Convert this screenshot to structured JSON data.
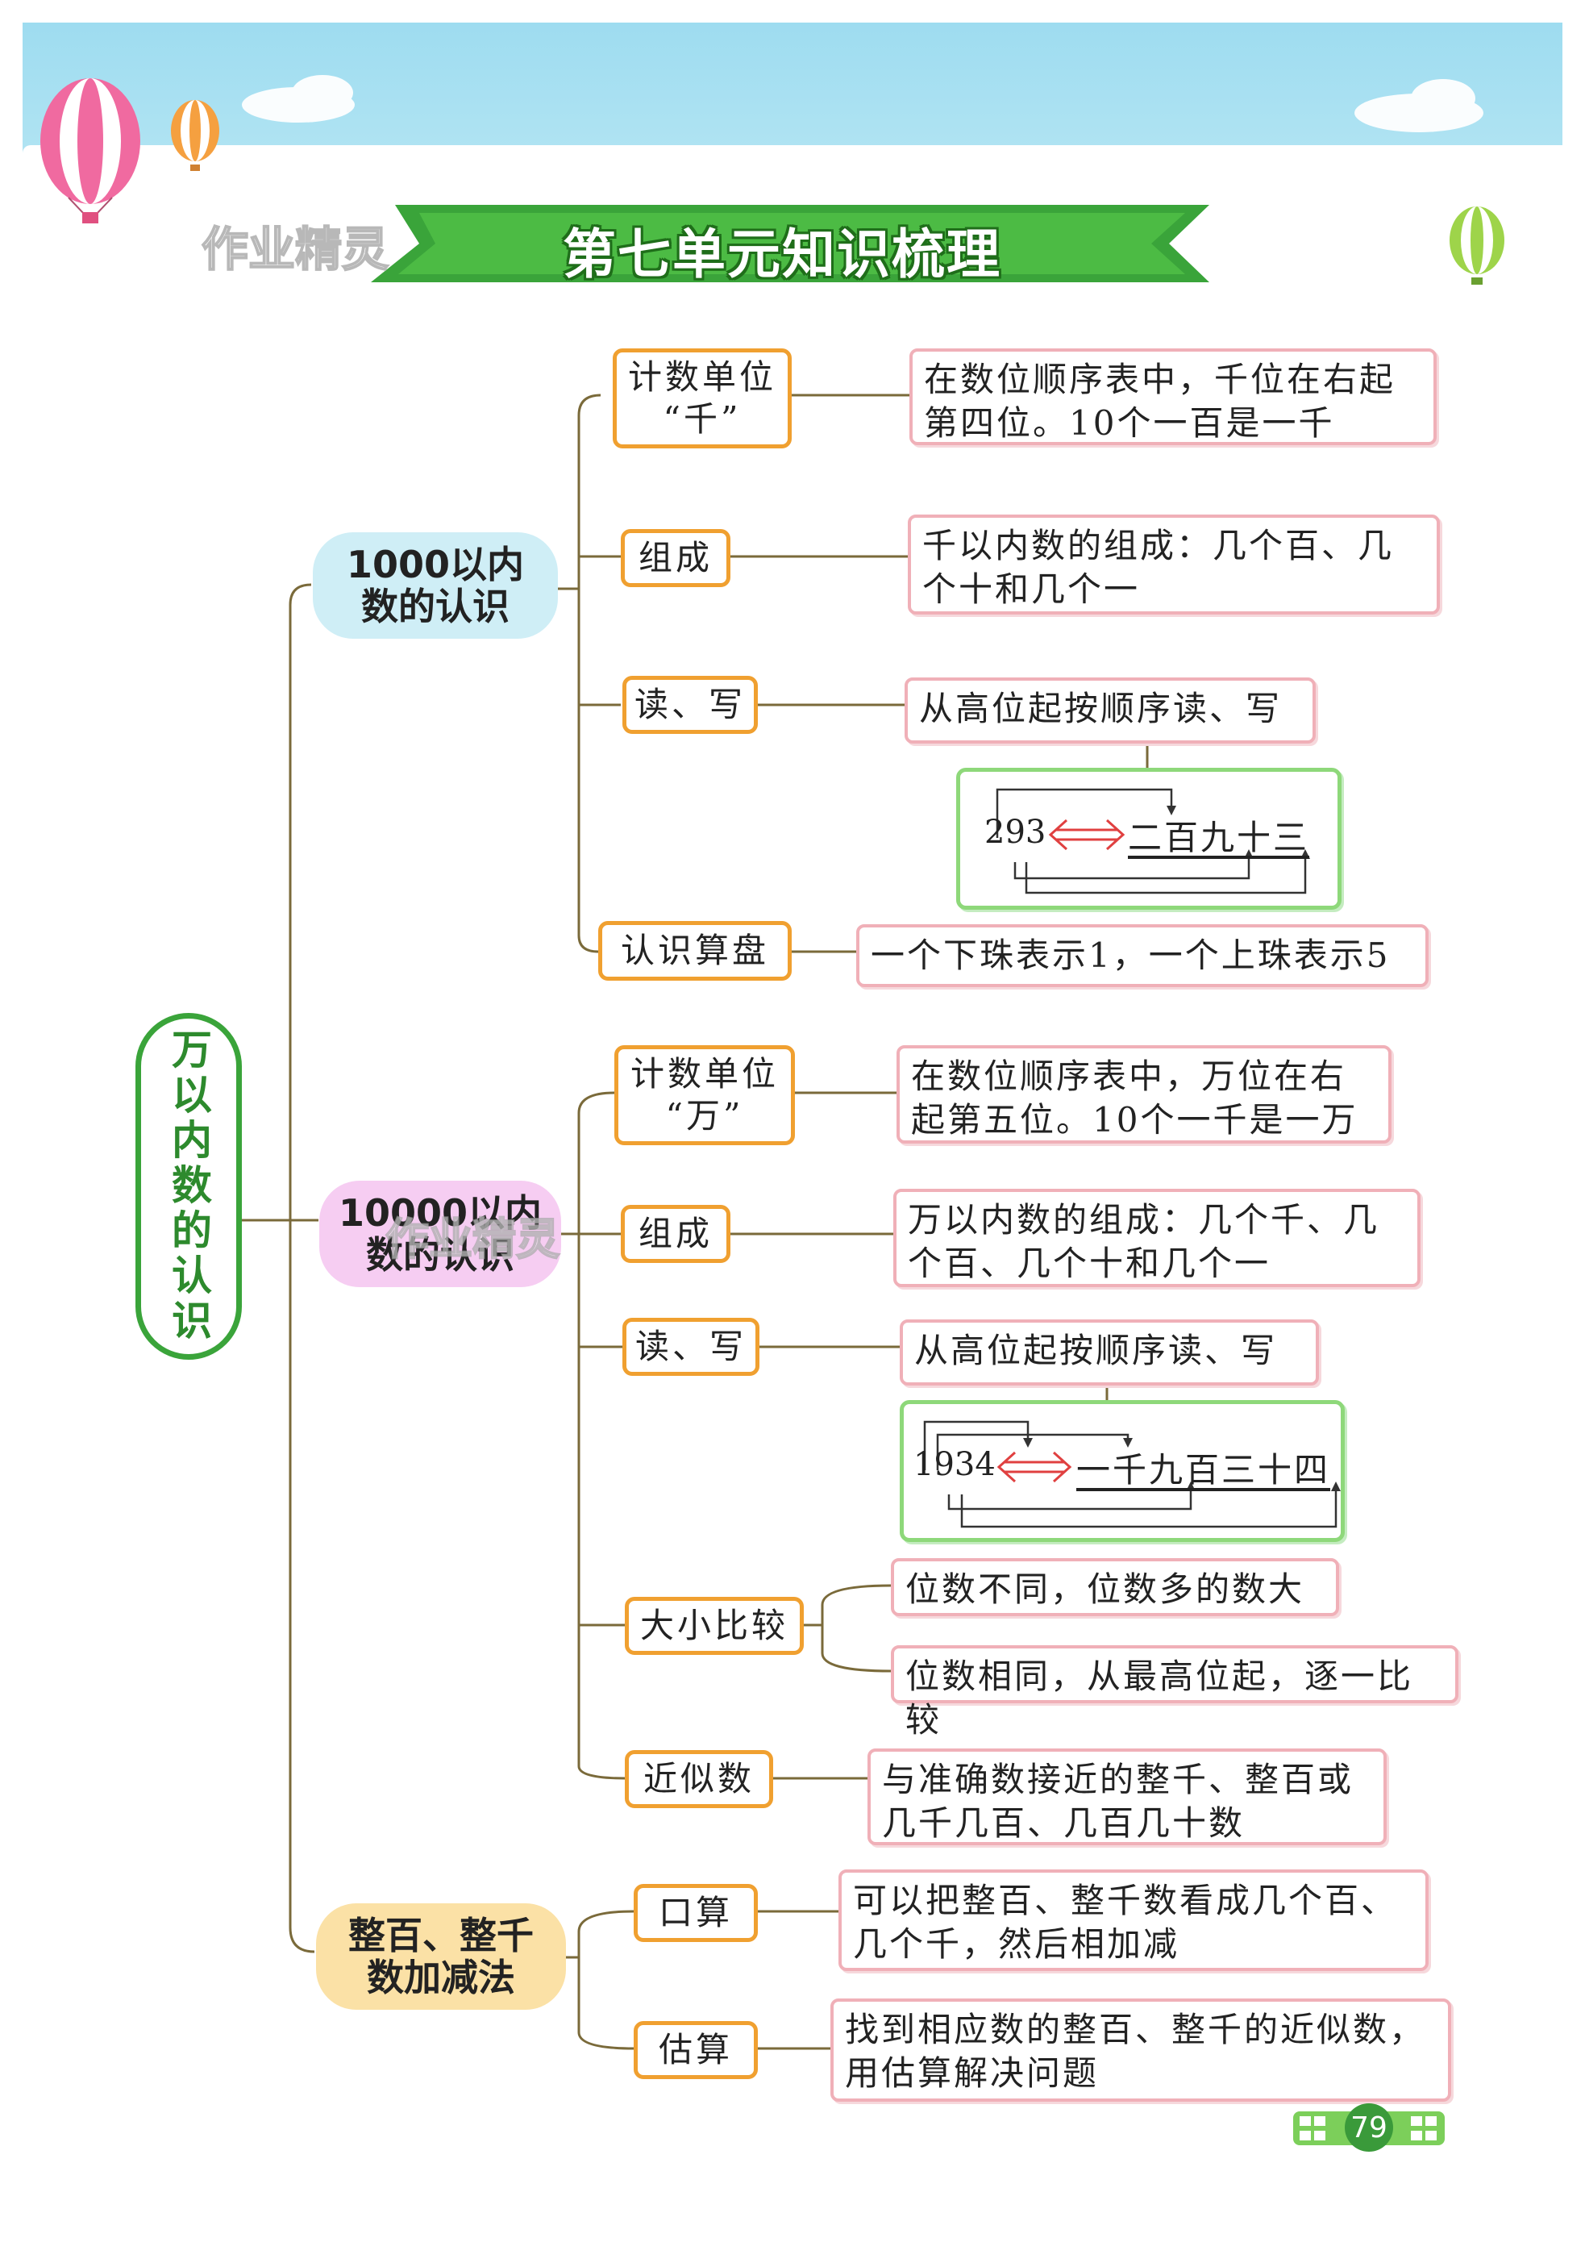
{
  "banner": {
    "title": "第七单元知识梳理"
  },
  "watermark": {
    "text": "作业精灵"
  },
  "root": {
    "label": "万以内数的认识"
  },
  "categories": [
    {
      "label": "1000以内\n数的认识",
      "color": "#cfeef6"
    },
    {
      "label": "10000以内\n数的认识",
      "color": "#f6cdf2"
    },
    {
      "label": "整百、整千\n数加减法",
      "color": "#fbe1a6"
    }
  ],
  "sec1": {
    "unit": {
      "label": "计数单位\n“千”",
      "desc": "在数位顺序表中，千位在右起\n第四位。10个一百是一千"
    },
    "comp": {
      "label": "组成",
      "desc": "千以内数的组成：几个百、几\n个十和几个一"
    },
    "rw": {
      "label": "读、写",
      "desc": "从高位起按顺序读、写",
      "example_number": "293",
      "example_words": "二百九十三"
    },
    "abacus": {
      "label": "认识算盘",
      "desc": "一个下珠表示1，一个上珠表示5"
    }
  },
  "sec2": {
    "unit": {
      "label": "计数单位\n“万”",
      "desc": "在数位顺序表中，万位在右\n起第五位。10个一千是一万"
    },
    "comp": {
      "label": "组成",
      "desc": "万以内数的组成：几个千、几\n个百、几个十和几个一"
    },
    "rw": {
      "label": "读、写",
      "desc": "从高位起按顺序读、写",
      "example_number": "1934",
      "example_words": "一千九百三十四"
    },
    "compare": {
      "label": "大小比较",
      "desc1": "位数不同，位数多的数大",
      "desc2": "位数相同，从最高位起，逐一比较"
    },
    "approx": {
      "label": "近似数",
      "desc": "与准确数接近的整千、整百或\n几千几百、几百几十数"
    }
  },
  "sec3": {
    "mental": {
      "label": "口算",
      "desc": "可以把整百、整千数看成几个百、\n几个千，然后相加减"
    },
    "estimate": {
      "label": "估算",
      "desc": "找到相应数的整百、整千的近似数，\n用估算解决问题"
    }
  },
  "page_number": "79",
  "colors": {
    "green": "#3aa43a",
    "orange": "#f0a030",
    "pink": "#f0b0b8",
    "line": "#7a6a3a",
    "arrow": "#e04040"
  }
}
